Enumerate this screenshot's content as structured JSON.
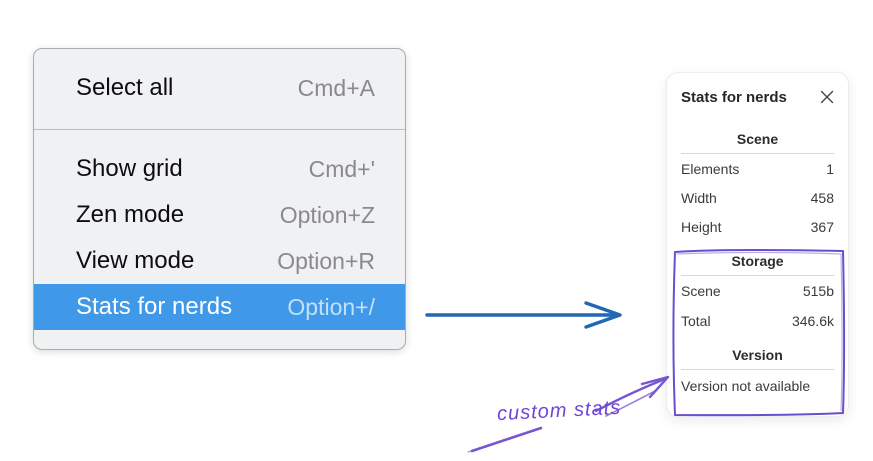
{
  "colors": {
    "menu_background": "#f0f1f2",
    "menu_highlight_blue": "#3f99e8",
    "arrow_blue": "#2267b4",
    "annotation_purple": "#6b4ecf"
  },
  "icons": {
    "close": "x-mark",
    "flow_arrow": "arrow-right",
    "annotation_arrow": "hand-drawn-arrow"
  },
  "menu": {
    "items": [
      {
        "label": "Select all",
        "shortcut": "Cmd+A"
      },
      {
        "label": "Show grid",
        "shortcut": "Cmd+'"
      },
      {
        "label": "Zen mode",
        "shortcut": "Option+Z"
      },
      {
        "label": "View mode",
        "shortcut": "Option+R"
      },
      {
        "label": "Stats for nerds",
        "shortcut": "Option+/",
        "highlighted": true
      }
    ]
  },
  "panel": {
    "title": "Stats for nerds",
    "sections": [
      {
        "header": "Scene",
        "rows": [
          {
            "label": "Elements",
            "value": "1"
          },
          {
            "label": "Width",
            "value": "458"
          },
          {
            "label": "Height",
            "value": "367"
          }
        ]
      },
      {
        "header": "Storage",
        "rows": [
          {
            "label": "Scene",
            "value": "515b"
          },
          {
            "label": "Total",
            "value": "346.6k"
          }
        ]
      },
      {
        "header": "Version",
        "message": "Version not available"
      }
    ]
  },
  "annotation": {
    "label": "custom stats"
  }
}
